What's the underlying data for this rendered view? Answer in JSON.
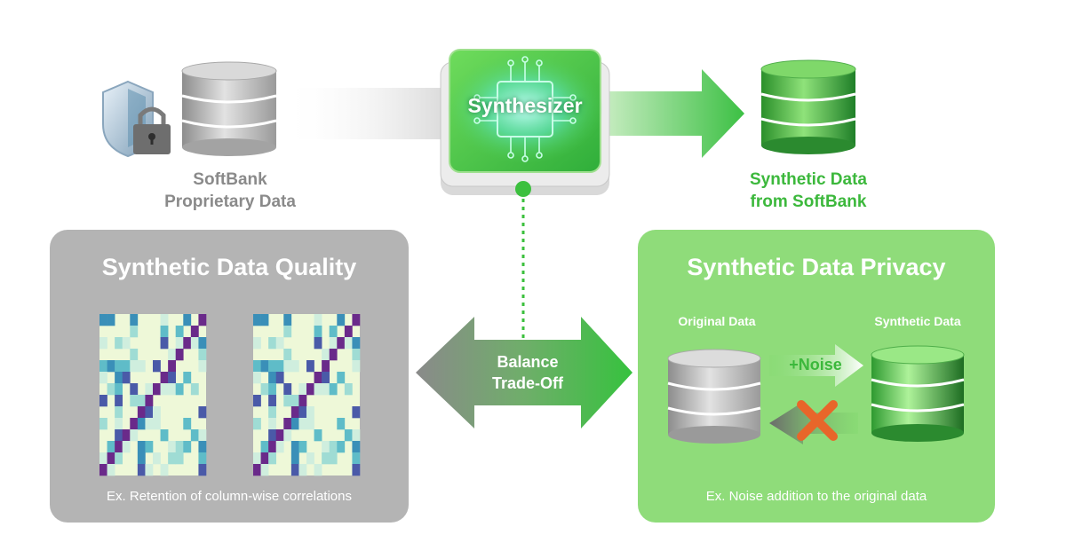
{
  "synthesizer": {
    "label": "Synthesizer"
  },
  "source": {
    "line1": "SoftBank",
    "line2": "Proprietary Data"
  },
  "output": {
    "line1": "Synthetic Data",
    "line2": "from SoftBank"
  },
  "quality_panel": {
    "title": "Synthetic Data Quality",
    "caption": "Ex. Retention of column-wise correlations"
  },
  "privacy_panel": {
    "title": "Synthetic Data Privacy",
    "original_label": "Original Data",
    "synthetic_label": "Synthetic Data",
    "noise_label": "+Noise",
    "caption": "Ex. Noise addition to the original data"
  },
  "balance": {
    "line1": "Balance",
    "line2": "Trade-Off"
  },
  "colors": {
    "green": "#3cb83c",
    "green_light": "#8fdc7a",
    "gray_panel": "#b4b4b4",
    "text_gray": "#8a8a8a",
    "cross": "#e8662a",
    "heatmap_purple": "#6a2a8a",
    "heatmap_teal": "#3aa7b8"
  },
  "icons": [
    "shield-lock-icon",
    "database-icon",
    "chip-icon",
    "cross-icon",
    "arrow-icon"
  ]
}
